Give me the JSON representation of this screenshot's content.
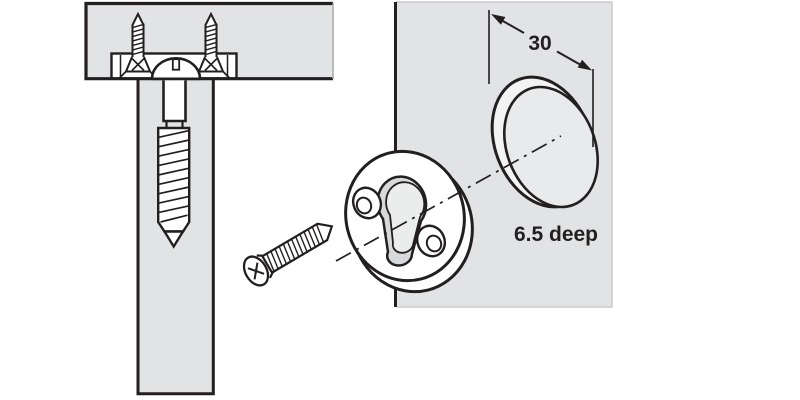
{
  "figure": {
    "kind": "hardware-installation-diagram",
    "annotations": {
      "diameter_label": "30",
      "depth_label": "6.5 deep"
    },
    "colors": {
      "background": "#ffffff",
      "panel_fill": "#e2e3e4",
      "outline": "#231f20",
      "keyhole_shadow": "#d8d9da",
      "keyhole_inner": "#ebecec",
      "recess_wall": "#f3f3f4",
      "recess_bottom": "#e9eaeb"
    },
    "parts": [
      "top-panel-cross-section",
      "keyhole-plate-cross-section",
      "fixing-screws",
      "suspension-screw-head",
      "side-panel",
      "phillips-screw",
      "keyhole-fitting",
      "target-panel",
      "drill-recess",
      "center-line",
      "diameter-dimension"
    ]
  }
}
